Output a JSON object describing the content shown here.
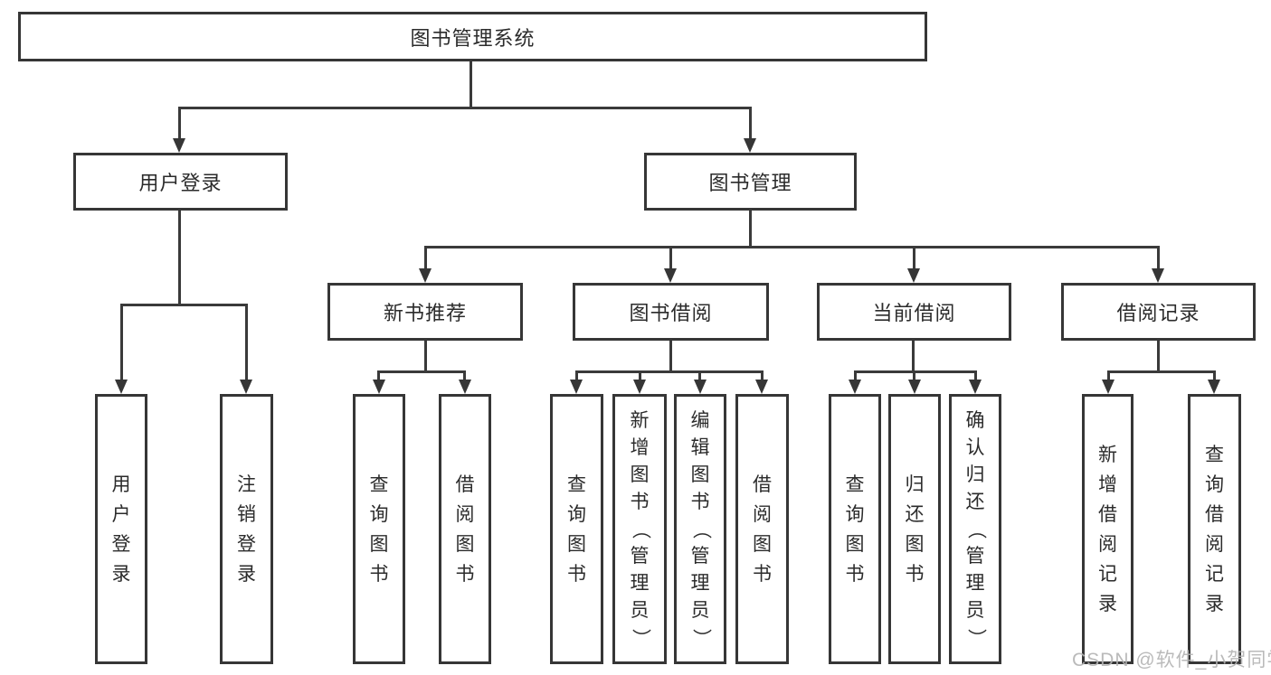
{
  "diagram_title": "图书管理系统",
  "tree": {
    "label": "图书管理系统",
    "children": [
      {
        "label": "用户登录",
        "children": [
          {
            "label": "用户登录"
          },
          {
            "label": "注销登录"
          }
        ]
      },
      {
        "label": "图书管理",
        "children": [
          {
            "label": "新书推荐",
            "children": [
              {
                "label": "查询图书"
              },
              {
                "label": "借阅图书"
              }
            ]
          },
          {
            "label": "图书借阅",
            "children": [
              {
                "label": "查询图书"
              },
              {
                "label": "新增图书（管理员）"
              },
              {
                "label": "编辑图书（管理员）"
              },
              {
                "label": "借阅图书"
              }
            ]
          },
          {
            "label": "当前借阅",
            "children": [
              {
                "label": "查询图书"
              },
              {
                "label": "归还图书"
              },
              {
                "label": "确认归还（管理员）"
              }
            ]
          },
          {
            "label": "借阅记录",
            "children": [
              {
                "label": "新增借阅记录"
              },
              {
                "label": "查询借阅记录"
              }
            ]
          }
        ]
      }
    ]
  },
  "watermark": {
    "text": "CSDN @软件_小贺同学"
  },
  "colors": {
    "background": "#ffffff",
    "line": "#3a3a3a",
    "border": "#363636",
    "text": "#2b2b2b",
    "watermark": "#b3b3b3"
  }
}
